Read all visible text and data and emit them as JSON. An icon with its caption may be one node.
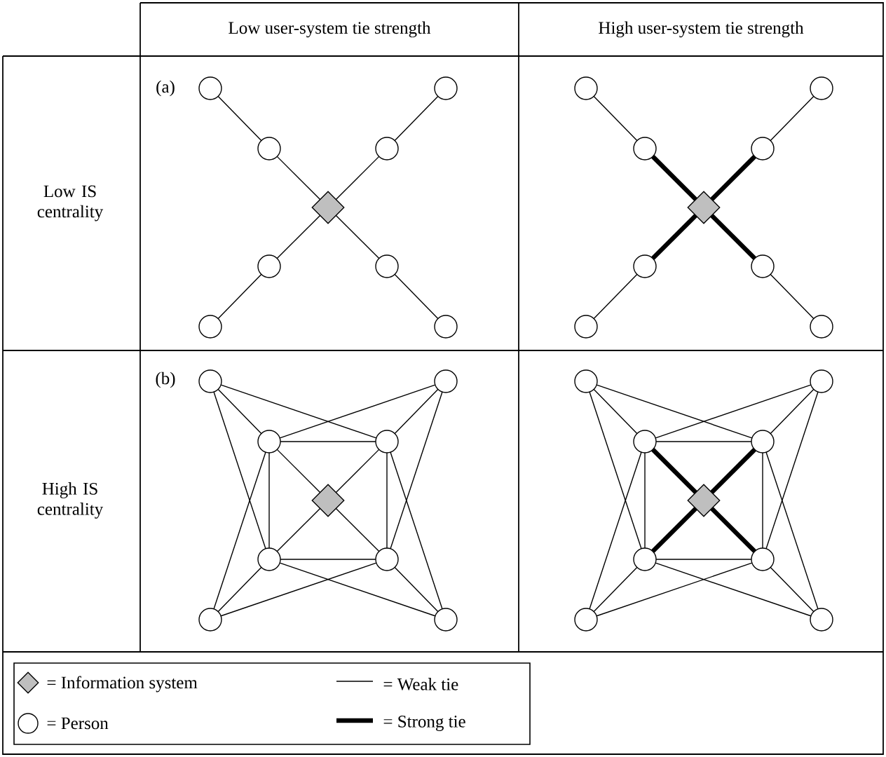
{
  "diagram": {
    "nodes": [
      {
        "text": [],
        "shape": "circle"
      },
      {
        "text": [],
        "shape": "circle"
      },
      {
        "text": [],
        "shape": "circle"
      },
      {
        "text": [],
        "shape": "circle"
      },
      {
        "text": [],
        "shape": "diamond"
      },
      {
        "text": [],
        "shape": "circle"
      },
      {
        "text": [],
        "shape": "circle"
      },
      {
        "text": [],
        "shape": "circle"
      },
      {
        "text": [],
        "shape": "circle"
      },
      {
        "text": [],
        "shape": "circle"
      },
      {
        "text": [],
        "shape": "circle"
      },
      {
        "text": [],
        "shape": "circle"
      },
      {
        "text": [],
        "shape": "circle"
      },
      {
        "text": [],
        "shape": "diamond"
      },
      {
        "text": [],
        "shape": "circle"
      },
      {
        "text": [],
        "shape": "circle"
      },
      {
        "text": [],
        "shape": "circle"
      },
      {
        "text": [],
        "shape": "circle"
      },
      {
        "text": [],
        "shape": "circle"
      },
      {
        "text": [],
        "shape": "circle"
      },
      {
        "text": [],
        "shape": "circle"
      },
      {
        "text": [],
        "shape": "circle"
      },
      {
        "text": [],
        "shape": "diamond"
      },
      {
        "text": [],
        "shape": "circle"
      },
      {
        "text": [],
        "shape": "circle"
      },
      {
        "text": [],
        "shape": "circle"
      },
      {
        "text": [],
        "shape": "circle"
      },
      {
        "text": [],
        "shape": "circle"
      },
      {
        "text": [],
        "shape": "circle"
      },
      {
        "text": [],
        "shape": "circle"
      },
      {
        "text": [],
        "shape": "circle"
      },
      {
        "text": [],
        "shape": "diamond"
      },
      {
        "text": [],
        "shape": "circle"
      },
      {
        "text": [],
        "shape": "circle"
      },
      {
        "text": [],
        "shape": "circle"
      },
      {
        "text": [],
        "shape": "circle"
      }
    ],
    "edges": [
      {
        "from": 0,
        "to": 2,
        "arrow": "none"
      },
      {
        "from": 1,
        "to": 3,
        "arrow": "none"
      },
      {
        "from": 2,
        "to": 4,
        "arrow": "none"
      },
      {
        "from": 3,
        "to": 4,
        "arrow": "none"
      },
      {
        "from": 4,
        "to": 5,
        "arrow": "none"
      },
      {
        "from": 4,
        "to": 6,
        "arrow": "none"
      },
      {
        "from": 5,
        "to": 7,
        "arrow": "none"
      },
      {
        "from": 6,
        "to": 8,
        "arrow": "none"
      },
      {
        "from": 9,
        "to": 11,
        "arrow": "none"
      },
      {
        "from": 10,
        "to": 12,
        "arrow": "none"
      },
      {
        "from": 11,
        "to": 13,
        "arrow": "none",
        "style": "thick"
      },
      {
        "from": 12,
        "to": 13,
        "arrow": "none",
        "style": "thick"
      },
      {
        "from": 13,
        "to": 14,
        "arrow": "none",
        "style": "thick"
      },
      {
        "from": 13,
        "to": 15,
        "arrow": "none",
        "style": "thick"
      },
      {
        "from": 14,
        "to": 16,
        "arrow": "none"
      },
      {
        "from": 15,
        "to": 17,
        "arrow": "none"
      },
      {
        "from": 18,
        "to": 20,
        "arrow": "none"
      },
      {
        "from": 18,
        "to": 21,
        "arrow": "none"
      },
      {
        "from": 18,
        "to": 23,
        "arrow": "none"
      },
      {
        "from": 19,
        "to": 20,
        "arrow": "none"
      },
      {
        "from": 19,
        "to": 21,
        "arrow": "none"
      },
      {
        "from": 19,
        "to": 24,
        "arrow": "none"
      },
      {
        "from": 20,
        "to": 21,
        "arrow": "none"
      },
      {
        "from": 20,
        "to": 23,
        "arrow": "none"
      },
      {
        "from": 21,
        "to": 24,
        "arrow": "none"
      },
      {
        "from": 23,
        "to": 24,
        "arrow": "none"
      },
      {
        "from": 20,
        "to": 22,
        "arrow": "none"
      },
      {
        "from": 21,
        "to": 22,
        "arrow": "none"
      },
      {
        "from": 22,
        "to": 23,
        "arrow": "none"
      },
      {
        "from": 22,
        "to": 24,
        "arrow": "none"
      },
      {
        "from": 25,
        "to": 20,
        "arrow": "none"
      },
      {
        "from": 25,
        "to": 23,
        "arrow": "none"
      },
      {
        "from": 25,
        "to": 24,
        "arrow": "none"
      },
      {
        "from": 26,
        "to": 21,
        "arrow": "none"
      },
      {
        "from": 26,
        "to": 23,
        "arrow": "none"
      },
      {
        "from": 26,
        "to": 24,
        "arrow": "none"
      },
      {
        "from": 27,
        "to": 29,
        "arrow": "none"
      },
      {
        "from": 27,
        "to": 30,
        "arrow": "none"
      },
      {
        "from": 27,
        "to": 32,
        "arrow": "none"
      },
      {
        "from": 28,
        "to": 29,
        "arrow": "none"
      },
      {
        "from": 28,
        "to": 30,
        "arrow": "none"
      },
      {
        "from": 28,
        "to": 33,
        "arrow": "none"
      },
      {
        "from": 29,
        "to": 30,
        "arrow": "none"
      },
      {
        "from": 29,
        "to": 32,
        "arrow": "none"
      },
      {
        "from": 30,
        "to": 33,
        "arrow": "none"
      },
      {
        "from": 32,
        "to": 33,
        "arrow": "none"
      },
      {
        "from": 29,
        "to": 31,
        "arrow": "none",
        "style": "thick"
      },
      {
        "from": 30,
        "to": 31,
        "arrow": "none",
        "style": "thick"
      },
      {
        "from": 31,
        "to": 32,
        "arrow": "none",
        "style": "thick"
      },
      {
        "from": 31,
        "to": 33,
        "arrow": "none",
        "style": "thick"
      },
      {
        "from": 34,
        "to": 29,
        "arrow": "none"
      },
      {
        "from": 34,
        "to": 32,
        "arrow": "none"
      },
      {
        "from": 34,
        "to": 33,
        "arrow": "none"
      },
      {
        "from": 35,
        "to": 30,
        "arrow": "none"
      },
      {
        "from": 35,
        "to": 32,
        "arrow": "none"
      },
      {
        "from": 35,
        "to": 33,
        "arrow": "none"
      }
    ],
    "labels": [
      "Low user-system tie strength",
      "High user-system tie strength",
      "Low IS centrality",
      "(a)",
      "High IS centrality",
      "(b)"
    ],
    "legend": [
      {
        "text": "= Information system"
      },
      {
        "text": "= Weak tie"
      },
      {
        "text": "= Person"
      },
      {
        "text": "= Strong tie"
      }
    ]
  }
}
